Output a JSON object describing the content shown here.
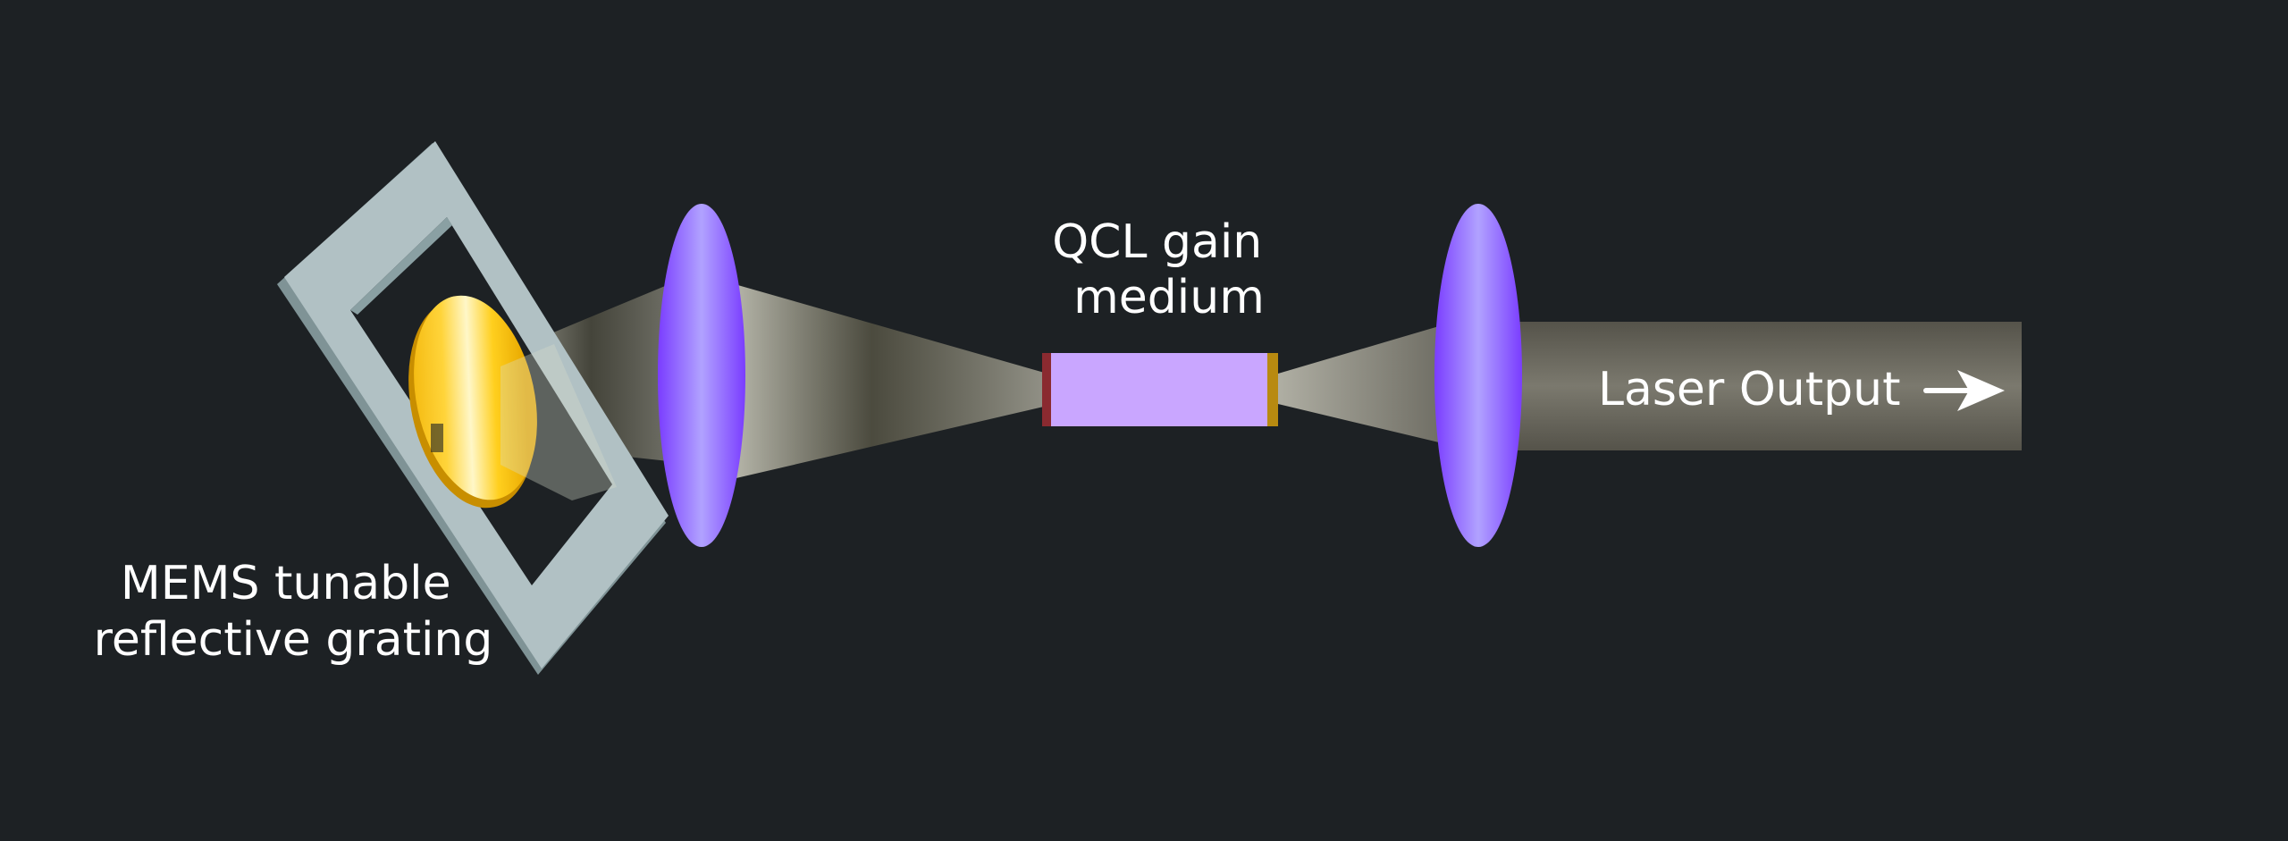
{
  "diagram": {
    "grating_label": [
      "MEMS tunable",
      "reflective grating"
    ],
    "gain_label": [
      "QCL gain",
      "medium"
    ],
    "output_label": "Laser Output",
    "arrow_icon": "right-arrow-icon"
  },
  "colors": {
    "background": "#1d2124",
    "frame": "#b1c1c4",
    "frame_edge": "#7f9396",
    "grating": "#ffc400",
    "lens": "#9b6bff",
    "gain_medium": "#c9a6ff",
    "facet_left": "#8a2a30",
    "facet_right": "#b88a10",
    "beam": "#8c8a7e",
    "text": "#ffffff"
  }
}
